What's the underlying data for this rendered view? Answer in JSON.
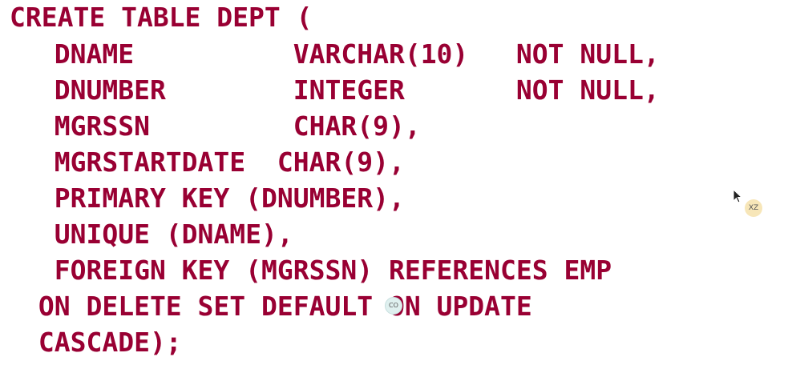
{
  "code": {
    "lines": [
      "CREATE TABLE DEPT (",
      "  DNAME          VARCHAR(10)   NOT NULL,",
      "  DNUMBER        INTEGER       NOT NULL,",
      "  MGRSSN         CHAR(9),",
      "  MGRSTARTDATE  CHAR(9),",
      "  PRIMARY KEY (DNUMBER),",
      "  UNIQUE (DNAME),",
      "  FOREIGN KEY (MGRSSN) REFERENCES EMP",
      " ON DELETE SET DEFAULT ON UPDATE",
      " CASCADE);"
    ],
    "text_color": "#990033"
  },
  "collaborators": {
    "xz_badge": "XZ",
    "co_badge": "CO"
  },
  "cursor": {
    "icon": "mouse-pointer-icon"
  }
}
